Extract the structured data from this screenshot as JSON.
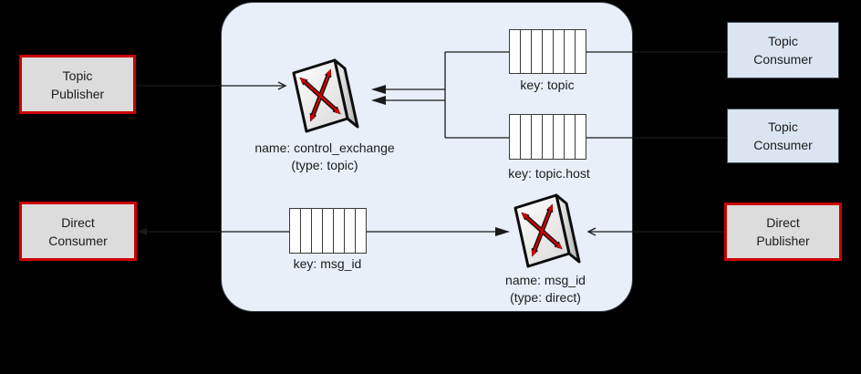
{
  "diagram": {
    "background": "#000000",
    "publishers_consumers": {
      "topic_publisher": {
        "line1": "Topic",
        "line2": "Publisher"
      },
      "direct_consumer": {
        "line1": "Direct",
        "line2": "Consumer"
      },
      "topic_consumer_1": {
        "line1": "Topic",
        "line2": "Consumer"
      },
      "topic_consumer_2": {
        "line1": "Topic",
        "line2": "Consumer"
      },
      "direct_publisher": {
        "line1": "Direct",
        "line2": "Publisher"
      }
    },
    "exchanges": {
      "control_exchange": {
        "name_label": "name: control_exchange",
        "type_label": "(type: topic)"
      },
      "msg_id_exchange": {
        "name_label": "name: msg_id",
        "type_label": "(type: direct)"
      }
    },
    "queues": {
      "topic_queue": {
        "label": "key: topic",
        "cells": 7
      },
      "topic_host_queue": {
        "label": "key: topic.host",
        "cells": 7
      },
      "msg_id_queue": {
        "label": "key: msg_id",
        "cells": 7
      }
    },
    "icons": {
      "exchange_icon": "crossed-red-arrows-switch-cube",
      "queue_icon": "segmented-queue-slots"
    }
  },
  "colors": {
    "accent_red": "#cc0000",
    "arrow_red": "#d40000",
    "node_fill": "#e9eff8",
    "consumer_fill": "#dbe5f1",
    "publisher_fill": "#dcdcdc",
    "line_color": "#1a1a1a"
  }
}
